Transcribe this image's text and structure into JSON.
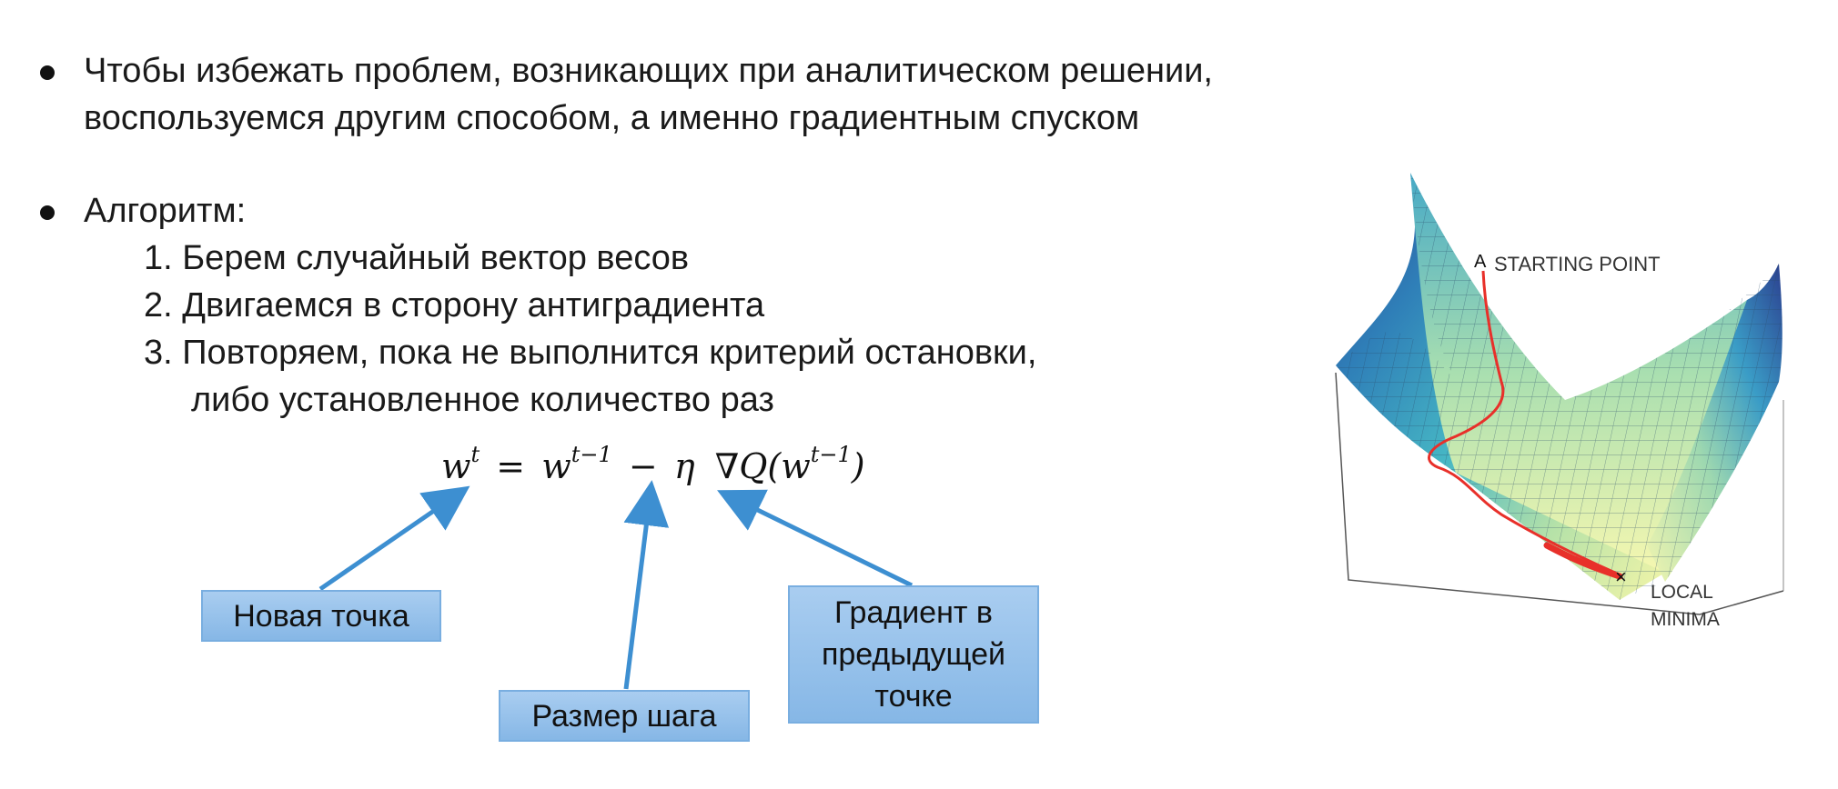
{
  "bullets": [
    {
      "line1": "Чтобы избежать проблем, возникающих при аналитическом решении,",
      "line2": "воспользуемся другим способом, а именно градиентным спуском"
    },
    {
      "line1": "Алгоритм:"
    }
  ],
  "steps": [
    "1. Берем случайный вектор весов",
    "2. Двигаемся в сторону антиградиента",
    "3. Повторяем, пока не выполнится критерий остановки,"
  ],
  "step3_cont": "либо установленное количество раз",
  "formula": {
    "lhs": "w",
    "lhs_sup": "t",
    "eq": "=",
    "w2": "w",
    "w2_sup": "t−1",
    "minus": "−",
    "eta": "η",
    "grad": "∇Q(w",
    "grad_sup": "t−1",
    "close": ")"
  },
  "callouts": {
    "new_point": "Новая точка",
    "step_size": "Размер шага",
    "gradient": [
      "Градиент в",
      "предыдущей",
      "точке"
    ]
  },
  "figure": {
    "start_label": "STARTING POINT",
    "start_marker": "A",
    "min_label1": "LOCAL",
    "min_label2": "MINIMA",
    "min_marker": "×"
  },
  "colors": {
    "arrow": "#3d8fd1",
    "path": "#e8302a",
    "callout_fill": "#99c3ec"
  }
}
